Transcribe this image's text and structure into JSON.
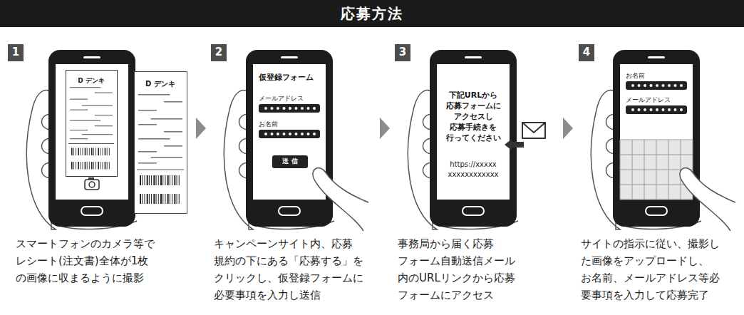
{
  "diagram": {
    "title": "応募方法",
    "nodes": [
      {
        "text": [
          "1"
        ]
      },
      {
        "text": [
          "D デンキ"
        ]
      },
      {
        "text": [
          "D デンキ"
        ]
      },
      {
        "text": [
          "2"
        ]
      },
      {
        "text": [
          "仮登録フォーム",
          "メールアドレス",
          "お名前"
        ]
      },
      {
        "text": [
          "送 信"
        ],
        "in": 4
      },
      {
        "text": [
          "3"
        ]
      },
      {
        "text": [
          "下記URLから 応募フォームに アクセスし 応募手続きを 行ってください",
          "https://xxxxx xxxxxxxxxxxx"
        ]
      },
      {
        "text": [
          "4"
        ]
      },
      {
        "text": [
          "お名前",
          "メールアドレス"
        ]
      }
    ],
    "edges": [
      {
        "from": 2,
        "to": 4,
        "arrow": "to"
      },
      {
        "from": 4,
        "to": 7,
        "arrow": "to"
      },
      {
        "from": 7,
        "to": 9,
        "arrow": "to"
      }
    ],
    "labels": [
      "スマートフォンのカメラ等で レシート(注文書)全体が1枚 の画像に収まるように撮影",
      "キャンペーンサイト内、応募 規約の下にある「応募する」を クリックし、仮登録フォームに 必要事項を入力し送信",
      "事務局から届く応募 フォーム自動送信メール 内のURLリンクから応募 フォームにアクセス",
      "サイトの指示に従い、撮影し た画像をアップロードし、 お名前、メールアドレス等必 要事項を入力して応募完了"
    ]
  }
}
